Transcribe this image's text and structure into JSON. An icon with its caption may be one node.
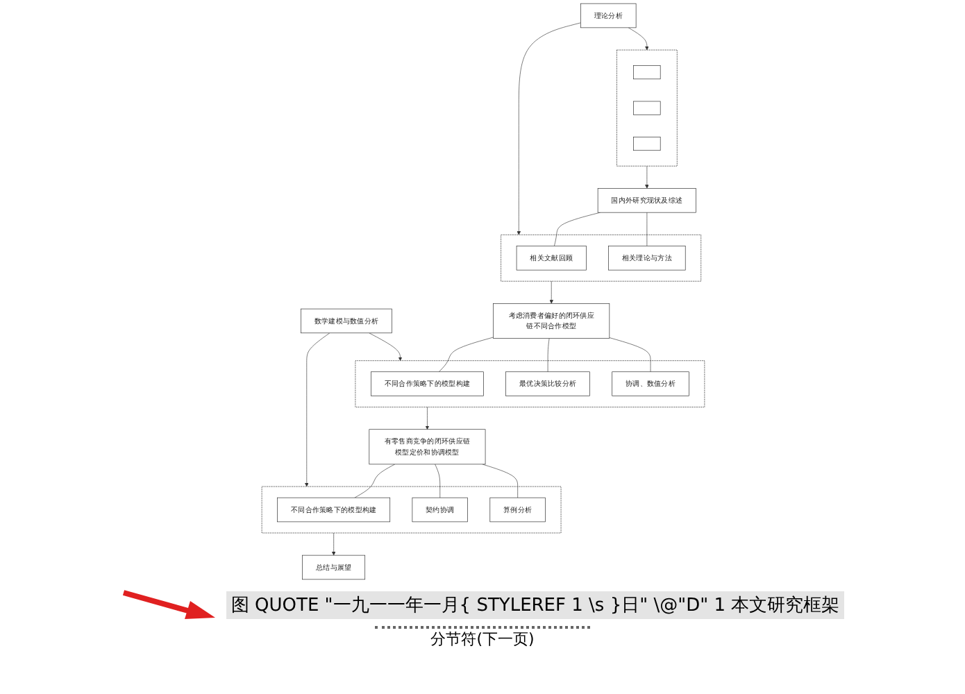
{
  "diagram": {
    "caption": "图 QUOTE \"一九一一年一月{ STYLEREF 1 \\s }日\" \\@\"D\" 1 本文研究框架",
    "nodes": [
      {
        "text": [],
        "shape": "box"
      },
      {
        "text": [],
        "shape": "box",
        "in": 0
      },
      {
        "text": [],
        "shape": "box",
        "in": 0
      },
      {
        "text": [],
        "shape": "box",
        "in": 0
      },
      {
        "text": [
          "理论分析"
        ]
      },
      {
        "text": [],
        "shape": "box"
      },
      {
        "text": [
          "国内外研究现状及综述"
        ]
      },
      {
        "text": [
          "相关文献回顾"
        ],
        "in": 5
      },
      {
        "text": [
          "相关理论与方法"
        ],
        "in": 5
      },
      {
        "text": [],
        "shape": "box"
      },
      {
        "text": [
          "考虑消费者偏好的闭环供应链不同合作模型"
        ]
      },
      {
        "text": [
          "不同合作策略下的模型构建"
        ],
        "in": 9
      },
      {
        "text": [
          "最优决策比较分析"
        ],
        "in": 9
      },
      {
        "text": [
          "协调、数值分析"
        ],
        "in": 9
      },
      {
        "text": [
          "数学建模与数值分析"
        ]
      },
      {
        "text": [],
        "shape": "box"
      },
      {
        "text": [
          "有零售商竞争的闭环供应链模型定价和协调模型"
        ]
      },
      {
        "text": [
          "不同合作策略下的模型构建"
        ],
        "in": 15
      },
      {
        "text": [
          "契约协调"
        ],
        "in": 15
      },
      {
        "text": [
          "算例分析"
        ],
        "in": 15
      },
      {
        "text": [
          "总结与展望"
        ]
      }
    ],
    "edges": [
      {
        "from": 0,
        "to": 6,
        "arrow": "to"
      },
      {
        "from": 6,
        "to": 7,
        "arrow": "none"
      },
      {
        "from": 6,
        "to": 8,
        "arrow": "none"
      },
      {
        "from": 4,
        "to": 0,
        "arrow": "to"
      },
      {
        "from": 4,
        "to": 5,
        "arrow": "to"
      },
      {
        "from": 5,
        "to": 10,
        "arrow": "to"
      },
      {
        "from": 10,
        "to": 11,
        "arrow": "none"
      },
      {
        "from": 10,
        "to": 12,
        "arrow": "none"
      },
      {
        "from": 10,
        "to": 13,
        "arrow": "none"
      },
      {
        "from": 14,
        "to": 9,
        "arrow": "to"
      },
      {
        "from": 14,
        "to": 15,
        "arrow": "to"
      },
      {
        "from": 9,
        "to": 16,
        "arrow": "to"
      },
      {
        "from": 16,
        "to": 17,
        "arrow": "none"
      },
      {
        "from": 16,
        "to": 18,
        "arrow": "none"
      },
      {
        "from": 16,
        "to": 19,
        "arrow": "none"
      },
      {
        "from": 15,
        "to": 20,
        "arrow": "to"
      }
    ],
    "labels": [
      "分节符(下一页)"
    ]
  }
}
